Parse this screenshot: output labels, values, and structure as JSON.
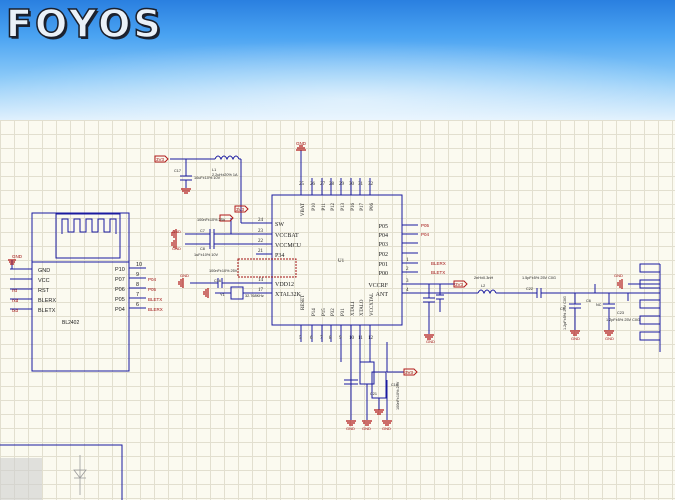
{
  "brand": {
    "logo_text": "FOYOS"
  },
  "schematic": {
    "colors": {
      "wire": "#1a1aa0",
      "label_red": "#a01010",
      "gnd_red": "#b01818",
      "body": "#1a1aa0"
    },
    "power_labels": {
      "v33_a": "3V3",
      "v33_b": "3V3",
      "v33_c": "3V3",
      "v33_d": "3V3"
    },
    "gnd": "GND",
    "module": {
      "designator": "BL2402",
      "left_pins": [
        "GND",
        "VCC",
        "RST",
        "BLERX",
        "BLETX"
      ],
      "right_pins": [
        "P10",
        "P07",
        "P06",
        "P05",
        "P04"
      ],
      "right_nums": [
        "10",
        "9",
        "8",
        "7",
        "6"
      ],
      "left_nets": [
        "",
        "",
        "rst",
        "rxd",
        "txd"
      ],
      "right_nets": [
        "",
        "P04",
        "P05",
        "BLETX",
        "BLERX"
      ]
    },
    "ic": {
      "designator": "U1",
      "left_pins": [
        "SW",
        "VCCBAT",
        "VCCMCU",
        "P34",
        "VDD12",
        "XTAL32K"
      ],
      "left_nums": [
        "24",
        "23",
        "22",
        "21",
        "14",
        "17"
      ],
      "right_pins": [
        "P05",
        "P04",
        "P03",
        "P02",
        "P01",
        "P00",
        "VCCRF",
        "ANT"
      ],
      "right_nums": [
        "",
        "",
        "",
        "",
        "1",
        "2",
        "3",
        "4"
      ],
      "right_nets": [
        "P05",
        "P04",
        "",
        "",
        "BLERX",
        "BLETX",
        "",
        ""
      ],
      "top_pins": [
        "VBAT",
        "P10",
        "P11",
        "P12",
        "P13",
        "P16",
        "P17",
        "P06"
      ],
      "top_nums": [
        "25",
        "26",
        "27",
        "28",
        "29",
        "30",
        "31",
        "32"
      ],
      "bottom_pins": [
        "RESET",
        "P14",
        "P15",
        "P32",
        "P31",
        "XTALI",
        "XTALO",
        "VCCXTAL"
      ],
      "bottom_nums": [
        "5",
        "6",
        "7",
        "8",
        "9",
        "10",
        "11",
        "12"
      ]
    },
    "components": {
      "l1": {
        "name": "L1",
        "value": "2.2uH±20% 1A"
      },
      "c17": {
        "name": "C17",
        "value": "10uF±10% 10V"
      },
      "c7": {
        "name": "C7",
        "value": "100nF±10% 25V"
      },
      "c8": {
        "name": "C8",
        "value": "1uF±10% 10V"
      },
      "c16": {
        "name": "C16",
        "value": "100nF±10% 25V"
      },
      "y1": {
        "name": "Y1",
        "value": "32.768KHz"
      },
      "l2": {
        "name": "L2",
        "value": "2nH±0.3nH"
      },
      "c22": {
        "name": "C22",
        "value": "1.5pF±5% 25V C0G"
      },
      "c6": {
        "name": "C6",
        "value": "NC"
      },
      "c9": {
        "name": "C9",
        "value": "1.2pF±5% 25V C0G"
      },
      "c23": {
        "name": "C23",
        "value": "1nF"
      },
      "c21": {
        "name": "C21",
        "value": "1.2pF±5% 25V C0G"
      },
      "c19": {
        "name": "C19",
        "value": "100nF±10% 25V"
      }
    }
  }
}
